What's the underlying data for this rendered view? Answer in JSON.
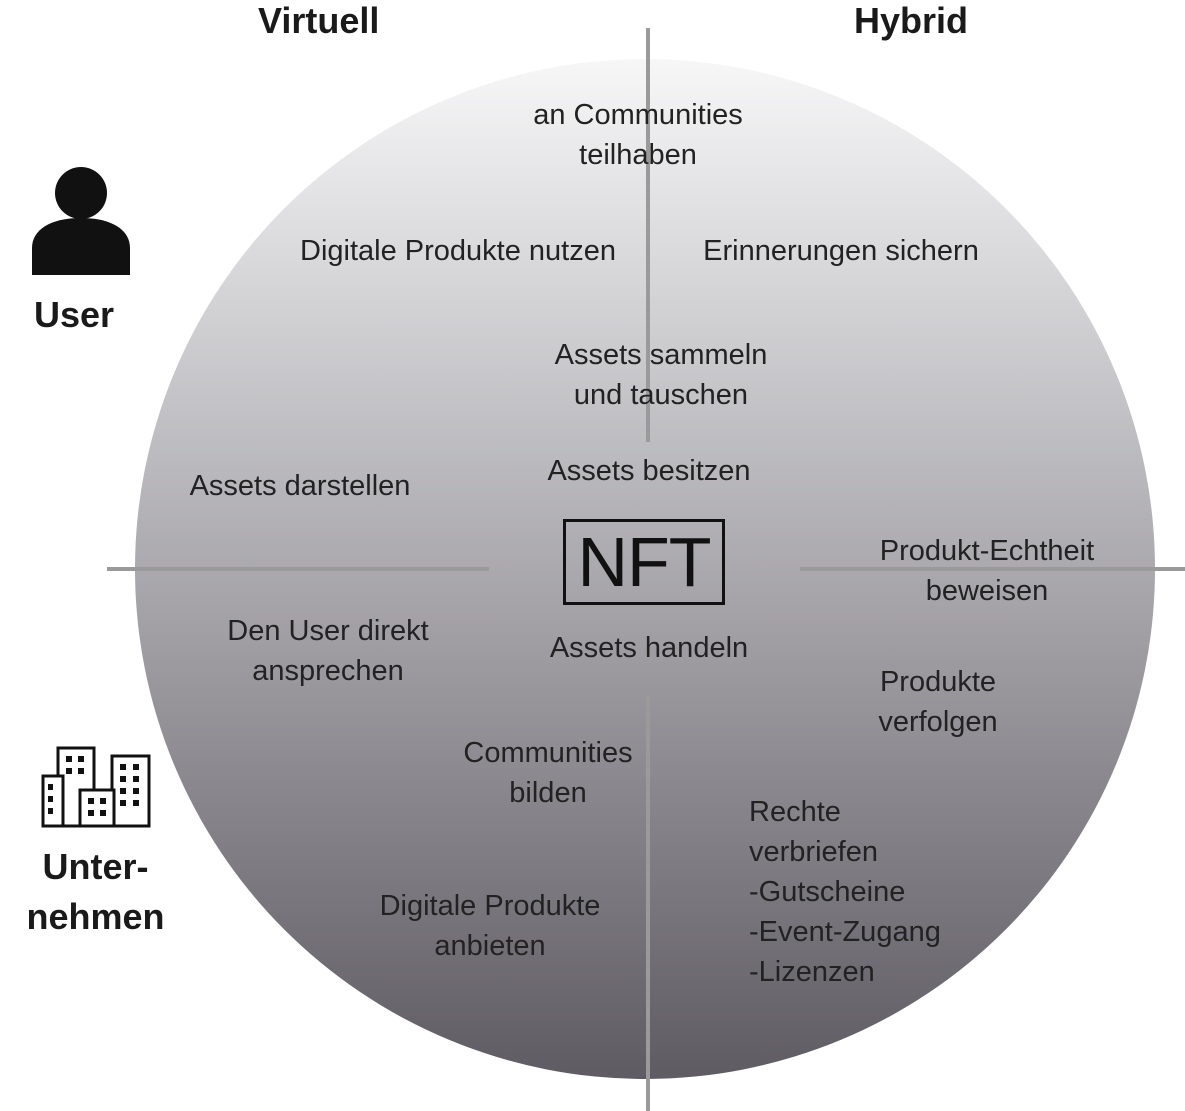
{
  "columns": {
    "left": "Virtuell",
    "right": "Hybrid"
  },
  "rows": {
    "top": "User",
    "bottom_line1": "Unter-",
    "bottom_line2": "nehmen"
  },
  "center": "NFT",
  "icons": {
    "user": "user-icon",
    "company": "buildings-icon"
  },
  "colors": {
    "gradient_top": "#f7f7f8",
    "gradient_bottom": "#5e5b63",
    "axis": "#9a9a9a"
  },
  "labels": {
    "communities_teilhaben": [
      "an Communities",
      "teilhaben"
    ],
    "digitale_produkte_nutzen": [
      "Digitale Produkte nutzen"
    ],
    "erinnerungen_sichern": [
      "Erinnerungen sichern"
    ],
    "assets_sammeln": [
      "Assets sammeln",
      "und tauschen"
    ],
    "assets_besitzen": [
      "Assets besitzen"
    ],
    "assets_darstellen": [
      "Assets darstellen"
    ],
    "produkt_echtheit": [
      "Produkt-Echtheit",
      "beweisen"
    ],
    "den_user": [
      "Den User direkt",
      "ansprechen"
    ],
    "assets_handeln": [
      "Assets handeln"
    ],
    "produkte_verfolgen": [
      "Produkte",
      "verfolgen"
    ],
    "communities_bilden": [
      "Communities",
      "bilden"
    ],
    "rechte": [
      "Rechte",
      "verbriefen",
      "-Gutscheine",
      "-Event-Zugang",
      "-Lizenzen"
    ],
    "digitale_produkte_anbieten": [
      "Digitale Produkte",
      "anbieten"
    ]
  }
}
